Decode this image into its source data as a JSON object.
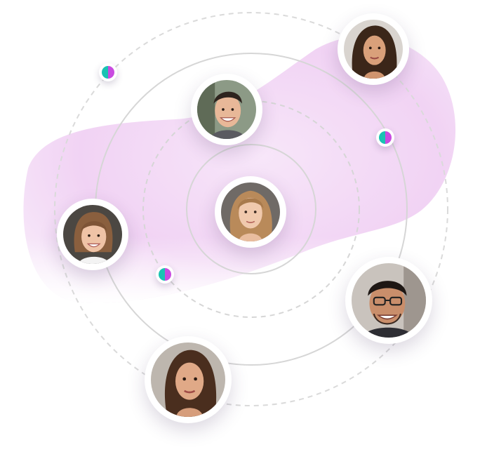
{
  "accent": {
    "blob": "#f3d6f6",
    "orbit_stroke": "#d8d8d8",
    "dot_left": "#19c3b3",
    "dot_right": "#c94be0"
  },
  "avatars": [
    {
      "name": "center-woman",
      "icon": "person-avatar-icon"
    },
    {
      "name": "top-man",
      "icon": "person-avatar-icon"
    },
    {
      "name": "top-right-woman",
      "icon": "person-avatar-icon"
    },
    {
      "name": "left-woman",
      "icon": "person-avatar-icon"
    },
    {
      "name": "bottom-woman",
      "icon": "person-avatar-icon"
    },
    {
      "name": "right-man-glasses",
      "icon": "person-avatar-icon"
    }
  ],
  "dots": [
    "orbit-dot",
    "orbit-dot",
    "orbit-dot"
  ]
}
